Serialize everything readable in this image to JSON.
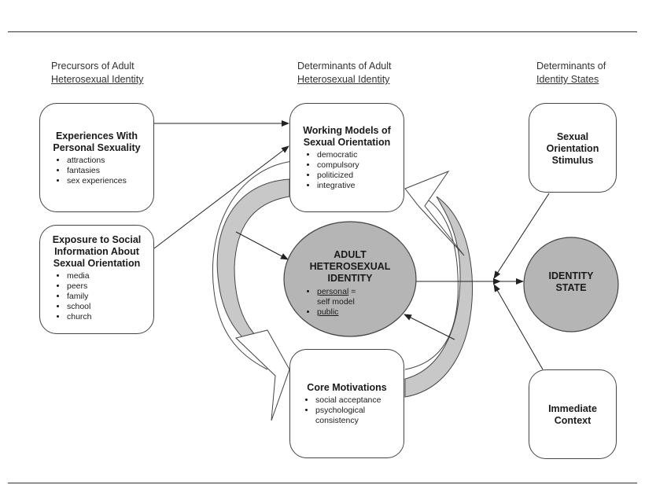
{
  "columns": {
    "left": {
      "line1": "Precursors of Adult",
      "line2": "Heterosexual Identity"
    },
    "middle": {
      "line1": "Determinants of Adult",
      "line2": "Heterosexual Identity"
    },
    "right": {
      "line1": "Determinants of",
      "line2": "Identity States"
    }
  },
  "boxes": {
    "experiences": {
      "title1": "Experiences With",
      "title2": "Personal Sexuality",
      "items": [
        "attractions",
        "fantasies",
        "sex experiences"
      ]
    },
    "exposure": {
      "title1": "Exposure to Social",
      "title2": "Information About",
      "title3": "Sexual Orientation",
      "items": [
        "media",
        "peers",
        "family",
        "school",
        "church"
      ]
    },
    "working_models": {
      "title1": "Working Models of",
      "title2": "Sexual Orientation",
      "items": [
        "democratic",
        "compulsory",
        "politicized",
        "integrative"
      ]
    },
    "core_motivations": {
      "title": "Core Motivations",
      "items": [
        "social acceptance",
        "psychological",
        "consistency"
      ]
    },
    "stimulus": {
      "title1": "Sexual",
      "title2": "Orientation",
      "title3": "Stimulus"
    },
    "immediate": {
      "title1": "Immediate",
      "title2": "Context"
    }
  },
  "circles": {
    "adult_identity": {
      "title1": "ADULT",
      "title2": "HETEROSEXUAL",
      "title3": "IDENTITY",
      "item1_underlined": "personal",
      "item1_rest": " =",
      "item1_line2": "self model",
      "item2_underlined": "public"
    },
    "identity_state": {
      "title1": "IDENTITY",
      "title2": "STATE"
    }
  },
  "colors": {
    "circle_fill": "#b5b5b5",
    "loop_fill": "#c8c8c8",
    "stroke": "#444444"
  }
}
